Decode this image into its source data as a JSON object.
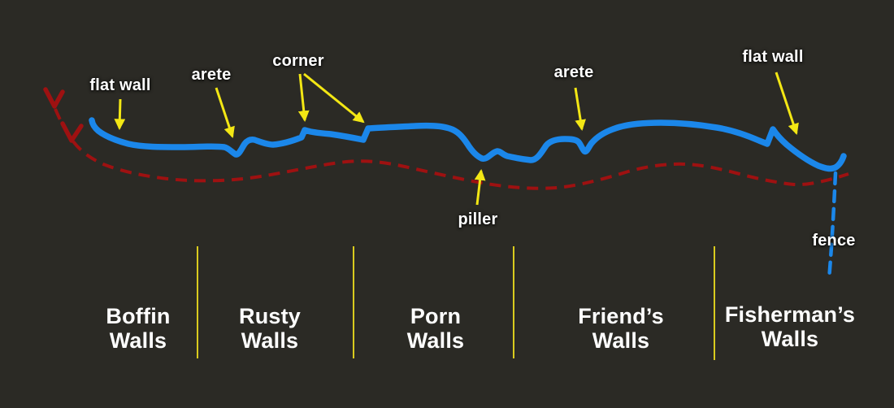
{
  "colors": {
    "background": "#2b2a25",
    "wall_line_blue": "#1b87ea",
    "approach_path_red": "#9e1111",
    "annotation_yellow": "#f3e714",
    "divider_yellow": "#d9cb1e",
    "label_text": "#ffffff"
  },
  "features": {
    "flat_wall_left": "flat wall",
    "arete_left": "arete",
    "corner": "corner",
    "piller": "piller",
    "arete_right": "arete",
    "flat_wall_right": "flat wall",
    "fence": "fence"
  },
  "sectors": [
    {
      "line1": "Boffin",
      "line2": "Walls"
    },
    {
      "line1": "Rusty",
      "line2": "Walls"
    },
    {
      "line1": "Porn",
      "line2": "Walls"
    },
    {
      "line1": "Friend’s",
      "line2": "Walls"
    },
    {
      "line1": "Fisherman’s",
      "line2": "Walls"
    }
  ]
}
